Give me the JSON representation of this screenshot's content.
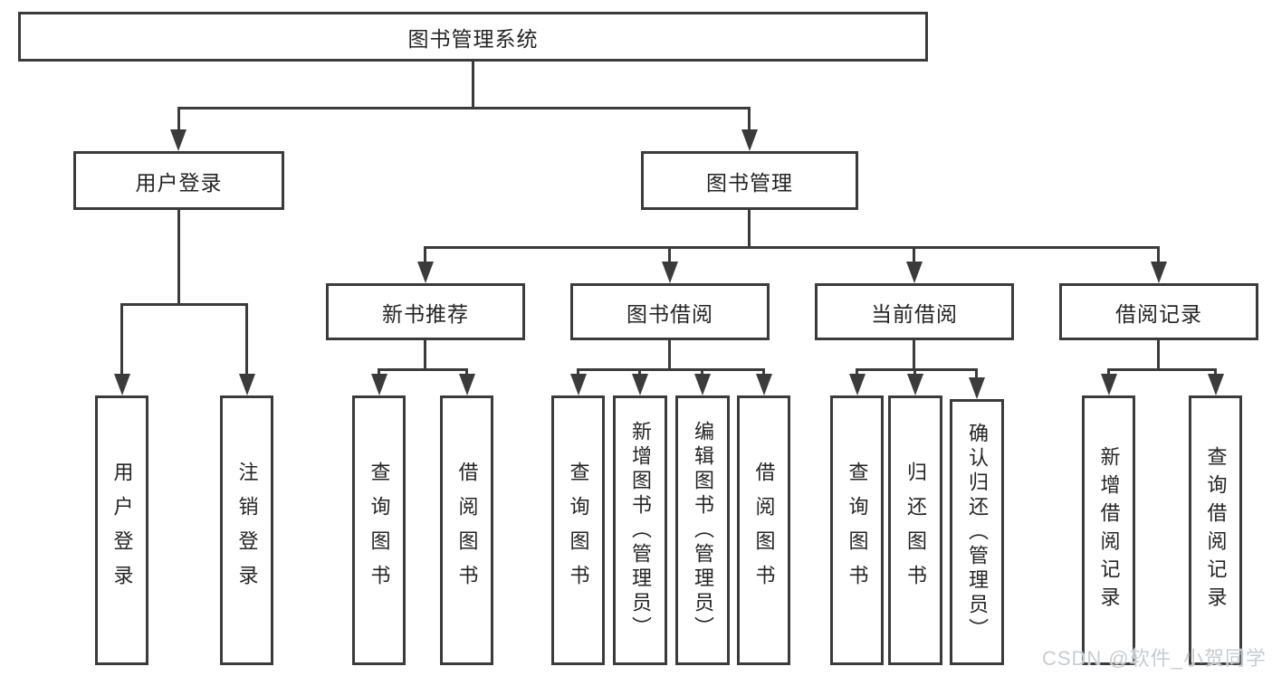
{
  "tree": {
    "label": "图书管理系统",
    "children": [
      {
        "label": "用户登录",
        "children": [
          {
            "label": "用户登录"
          },
          {
            "label": "注销登录"
          }
        ]
      },
      {
        "label": "图书管理",
        "children": [
          {
            "label": "新书推荐",
            "children": [
              {
                "label": "查询图书"
              },
              {
                "label": "借阅图书"
              }
            ]
          },
          {
            "label": "图书借阅",
            "children": [
              {
                "label": "查询图书"
              },
              {
                "label": "新增图书（管理员）"
              },
              {
                "label": "编辑图书（管理员）"
              },
              {
                "label": "借阅图书"
              }
            ]
          },
          {
            "label": "当前借阅",
            "children": [
              {
                "label": "查询图书"
              },
              {
                "label": "归还图书"
              },
              {
                "label": "确认归还（管理员）"
              }
            ]
          },
          {
            "label": "借阅记录",
            "children": [
              {
                "label": "新增借阅记录"
              },
              {
                "label": "查询借阅记录"
              }
            ]
          }
        ]
      }
    ]
  },
  "watermark": {
    "text": "CSDN @软件_小贺同学"
  },
  "colors": {
    "line": "#3b3b3b",
    "text": "#242424",
    "background": "#ffffff",
    "watermark": "#c9ccd0"
  }
}
